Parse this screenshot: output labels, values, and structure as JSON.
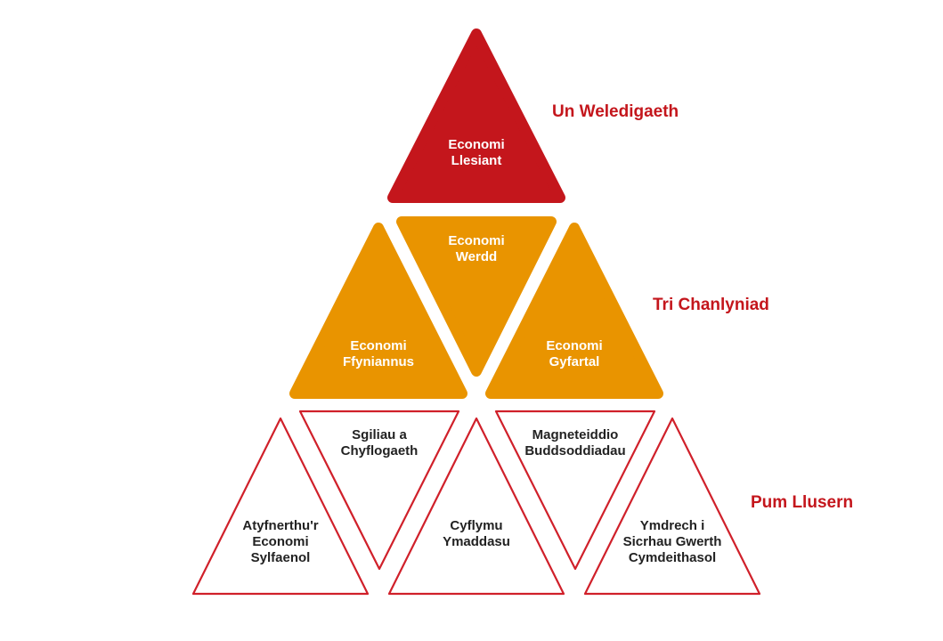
{
  "colors": {
    "vision": "#c4161c",
    "outcomes": "#e99400",
    "outline": "#d0202a",
    "tier_label": "#c4161c"
  },
  "tiers": {
    "vision": "Un Weledigaeth",
    "outcomes": "Tri Chanlyniad",
    "missions": "Pum Llusern"
  },
  "vision": {
    "lines": [
      "Economi",
      "Llesiant"
    ]
  },
  "outcomes": [
    {
      "lines": [
        "Economi",
        "Ffyniannus"
      ]
    },
    {
      "lines": [
        "Economi",
        "Werdd"
      ]
    },
    {
      "lines": [
        "Economi",
        "Gyfartal"
      ]
    }
  ],
  "missions": [
    {
      "lines": [
        "Atyfnerthu'r",
        "Economi",
        "Sylfaenol"
      ]
    },
    {
      "lines": [
        "Sgiliau a",
        "Chyflogaeth"
      ]
    },
    {
      "lines": [
        "Cyflymu",
        "Ymaddasu"
      ]
    },
    {
      "lines": [
        "Magneteiddio",
        "Buddsoddiadau"
      ]
    },
    {
      "lines": [
        "Ymdrech i",
        "Sicrhau Gwerth",
        "Cymdeithasol"
      ]
    }
  ]
}
